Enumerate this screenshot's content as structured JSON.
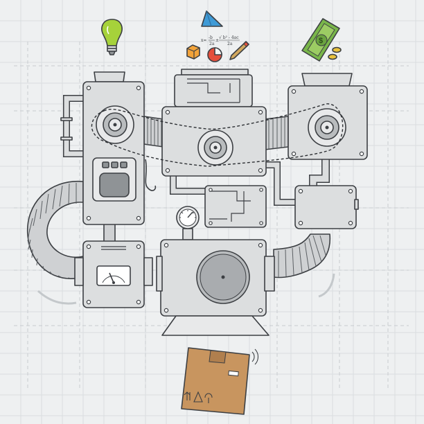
{
  "illustration": {
    "subject": "machine",
    "icons": [
      "lightbulb-icon",
      "triangle-icon",
      "cube-icon",
      "pie-icon",
      "pencil-icon",
      "banknote-icon",
      "coin-icon",
      "gauge-icon",
      "box-icon"
    ]
  },
  "formula": {
    "lhs": "x=",
    "frac1_num": "-b",
    "frac1_den": "2a",
    "op": "±",
    "frac2_num": "√ b² - 4ac",
    "frac2_den": "2a"
  },
  "colors": {
    "background": "#eef0f1",
    "machine_body": "#dcdedf",
    "outline": "#3c3f43",
    "bulb": "#a6d23a",
    "money": "#79b64a",
    "triangle": "#3e9ad6",
    "cube": "#f2a33a",
    "pie": "#e54f3c",
    "cardboard": "#c8955f"
  }
}
